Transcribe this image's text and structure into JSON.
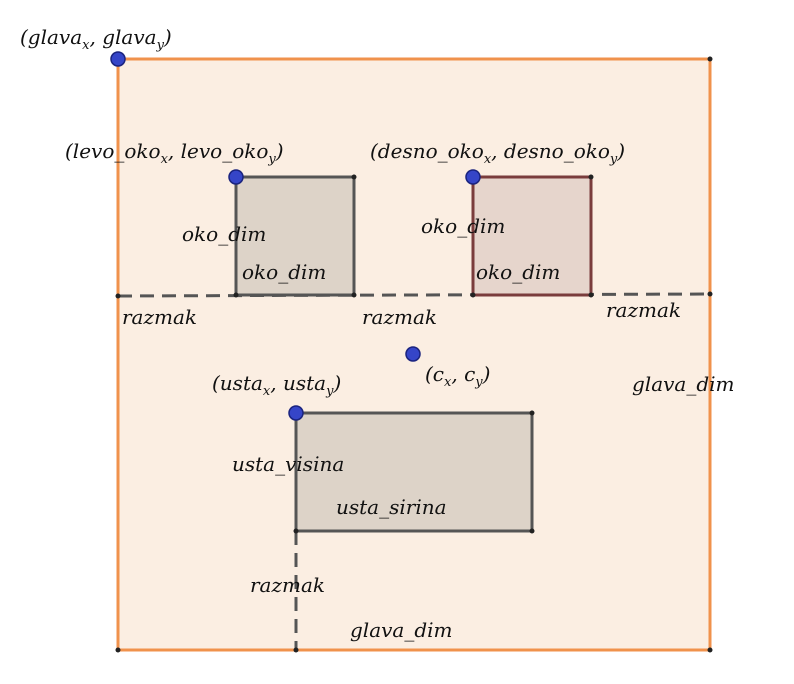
{
  "colors": {
    "head_stroke": "#f0924c",
    "head_fill": "#fbeee2",
    "eye_fill": "#ddd3c8",
    "eye_stroke": "#555555",
    "right_eye_fill": "#e6d5cc",
    "right_eye_stroke": "#7a3c3c",
    "point_fill": "#3545c8",
    "point_stroke": "#1a237e",
    "dash": "#555555"
  },
  "labels": {
    "head_point": {
      "base1": "(glava",
      "sub1": "x",
      "mid": ", glava",
      "sub2": "y",
      "end": ")"
    },
    "left_eye_point": {
      "base1": "(levo_oko",
      "sub1": "x",
      "mid": ", levo_oko",
      "sub2": "y",
      "end": ")"
    },
    "right_eye_point": {
      "base1": "(desno_oko",
      "sub1": "x",
      "mid": ", desno_oko",
      "sub2": "y",
      "end": ")"
    },
    "mouth_point": {
      "base1": "(usta",
      "sub1": "x",
      "mid": ", usta",
      "sub2": "y",
      "end": ")"
    },
    "center_point": {
      "base1": "(c",
      "sub1": "x",
      "mid": ", c",
      "sub2": "y",
      "end": ")"
    },
    "left_eye_dim_v": "oko_dim",
    "left_eye_dim_h": "oko_dim",
    "right_eye_dim_v": "oko_dim",
    "right_eye_dim_h": "oko_dim",
    "razmak_left": "razmak",
    "razmak_mid": "razmak",
    "razmak_right": "razmak",
    "razmak_bottom": "razmak",
    "head_dim_right": "glava_dim",
    "head_dim_bottom": "glava_dim",
    "mouth_height": "usta_visina",
    "mouth_width": "usta_sirina"
  }
}
